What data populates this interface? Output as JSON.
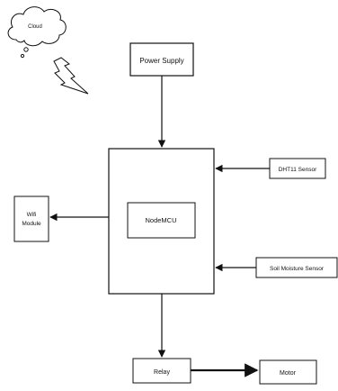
{
  "diagram": {
    "cloud_label": "Cloud",
    "power_supply": "Power Supply",
    "nodemcu": "NodeMCU",
    "dht11": "DHT11 Sensor",
    "soil_sensor": "Soil Moisture Sensor",
    "wifi_line1": "Wifi",
    "wifi_line2": "Module",
    "relay": "Relay",
    "motor": "Motor"
  },
  "colors": {
    "stroke": "#111111",
    "background": "#ffffff"
  }
}
